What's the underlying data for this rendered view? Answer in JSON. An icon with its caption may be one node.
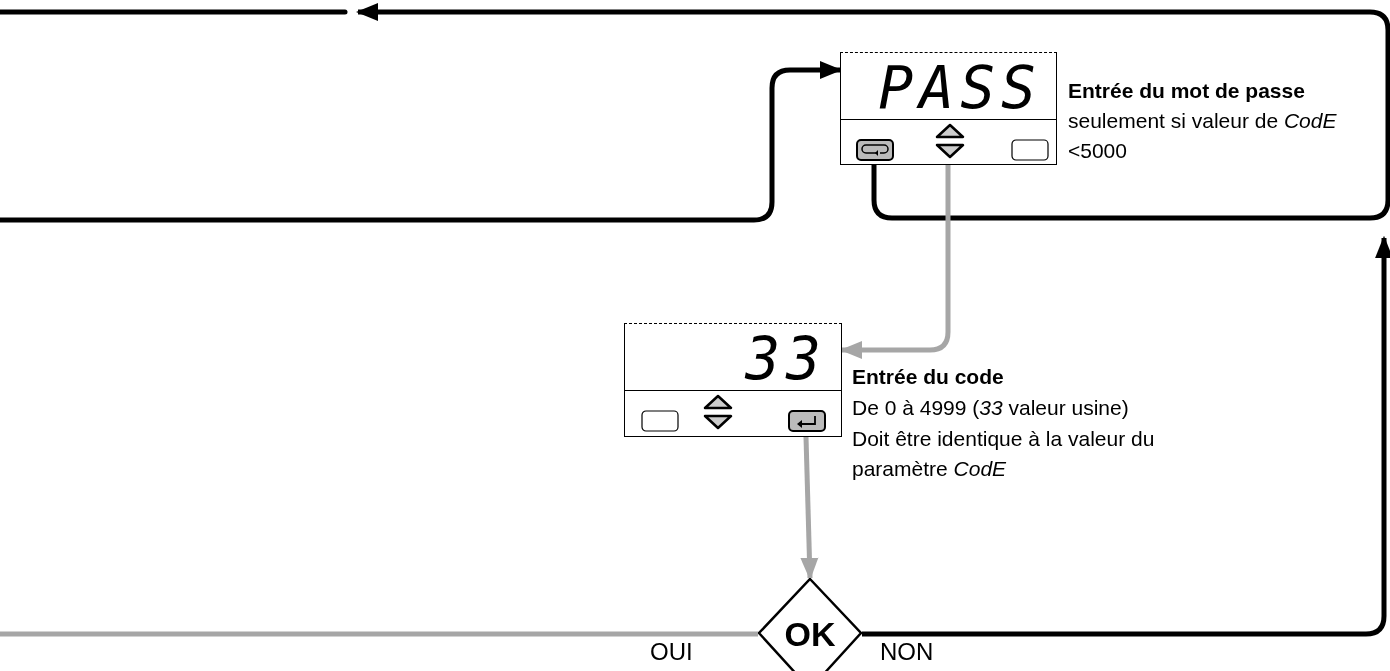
{
  "diagram": {
    "nodes": [
      {
        "text": [
          "PASS"
        ],
        "beside": [
          "Entrée du mot de passe",
          "seulement si valeur de *CodE* <5000"
        ]
      },
      {
        "text": [
          "33"
        ],
        "beside": [
          "Entrée du code",
          "De 0 à 4999 (*33* valeur usine)",
          "Doit être identique à la valeur du paramètre *CodE*"
        ]
      },
      {
        "text": [
          "OK"
        ]
      }
    ],
    "edges": [
      {
        "from": null,
        "to": 0,
        "arrow": "to"
      },
      {
        "from": 0,
        "to": null,
        "arrow": "to"
      },
      {
        "from": 0,
        "to": 1,
        "arrow": "to",
        "color": "#a6a6a6"
      },
      {
        "from": 1,
        "to": 2,
        "arrow": "to",
        "color": "#a6a6a6"
      },
      {
        "from": 2,
        "to": null,
        "arrow": "none",
        "label": "OUI",
        "color": "#a6a6a6"
      },
      {
        "from": 2,
        "to": null,
        "arrow": "to",
        "label": "NON"
      }
    ]
  }
}
